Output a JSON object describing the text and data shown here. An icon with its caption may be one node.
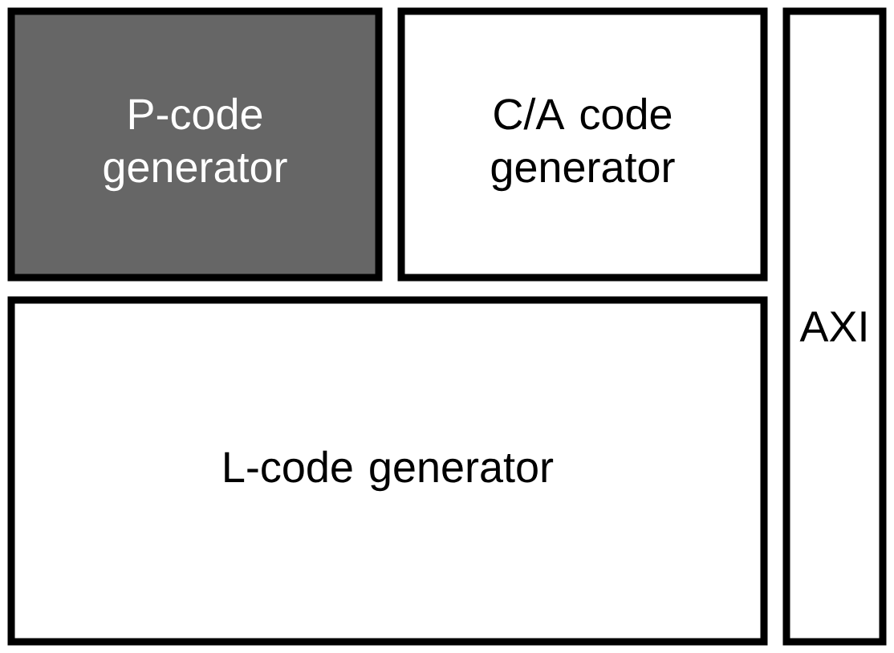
{
  "diagram": {
    "nodes": [
      {
        "text": [
          "P-code generator"
        ]
      },
      {
        "text": [
          "C/A code generator"
        ]
      },
      {
        "text": [
          "AXI"
        ]
      },
      {
        "text": [
          "L-code generator"
        ]
      }
    ]
  }
}
